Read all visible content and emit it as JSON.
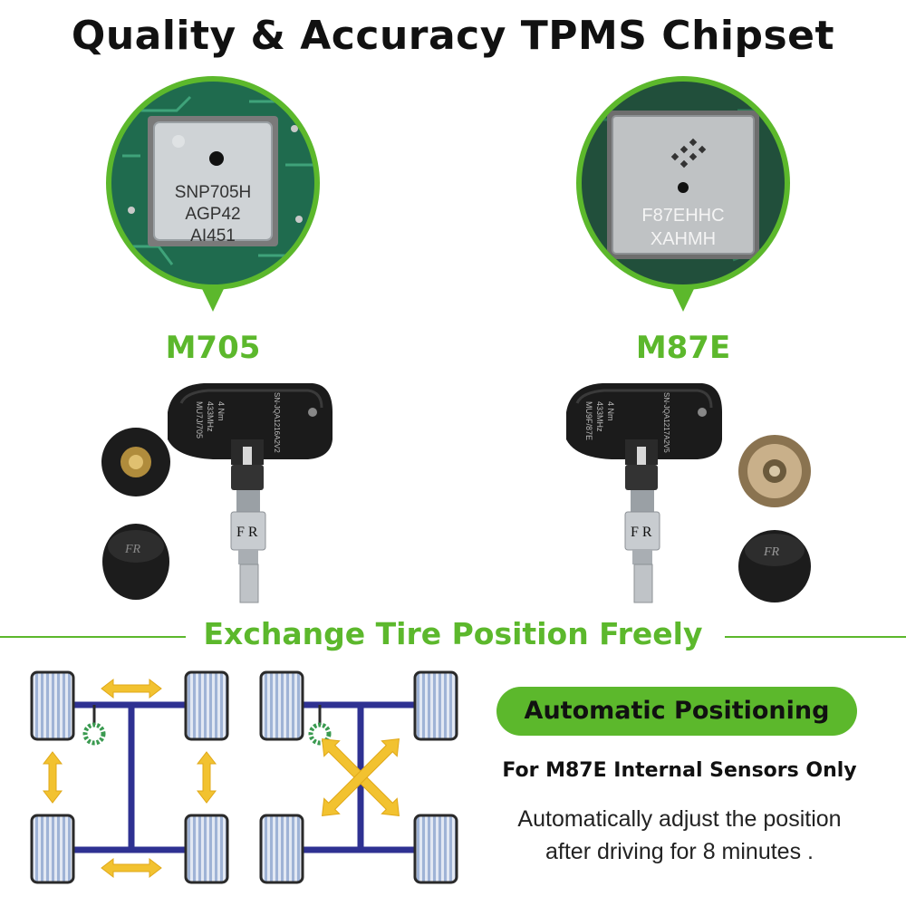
{
  "header": {
    "title": "Quality & Accuracy TPMS Chipset"
  },
  "colors": {
    "accent": "#5cb82c",
    "axle": "#2e3192",
    "arrow": "#f2c230"
  },
  "chips": [
    {
      "model": "M705",
      "markings": [
        "SNP705H",
        "AGP42",
        "AI451"
      ]
    },
    {
      "model": "M87E",
      "markings": [
        "F87EHHC",
        "XAHMH"
      ]
    }
  ],
  "sensors": [
    {
      "body_lines": [
        "MU7J/705",
        "433MHz",
        "4 Nm"
      ],
      "side_text": "SN-JQA1216A2V2",
      "cap_text": "FR"
    },
    {
      "body_lines": [
        "MU9F/87E",
        "433MHz",
        "4 Nm"
      ],
      "side_text": "SN-JQA1217A2V5",
      "cap_text": "FR"
    }
  ],
  "section": {
    "title": "Exchange Tire Position Freely"
  },
  "positioning": {
    "pill_label": "Automatic Positioning",
    "note": "For M87E Internal Sensors Only",
    "description_line1": "Automatically adjust the position",
    "description_line2": "after driving for 8 minutes ."
  },
  "icons": [
    "chip-circle-icon",
    "tpms-sensor-icon",
    "valve-cap-icon",
    "wheel-layout-icon",
    "swap-arrow-icon"
  ]
}
